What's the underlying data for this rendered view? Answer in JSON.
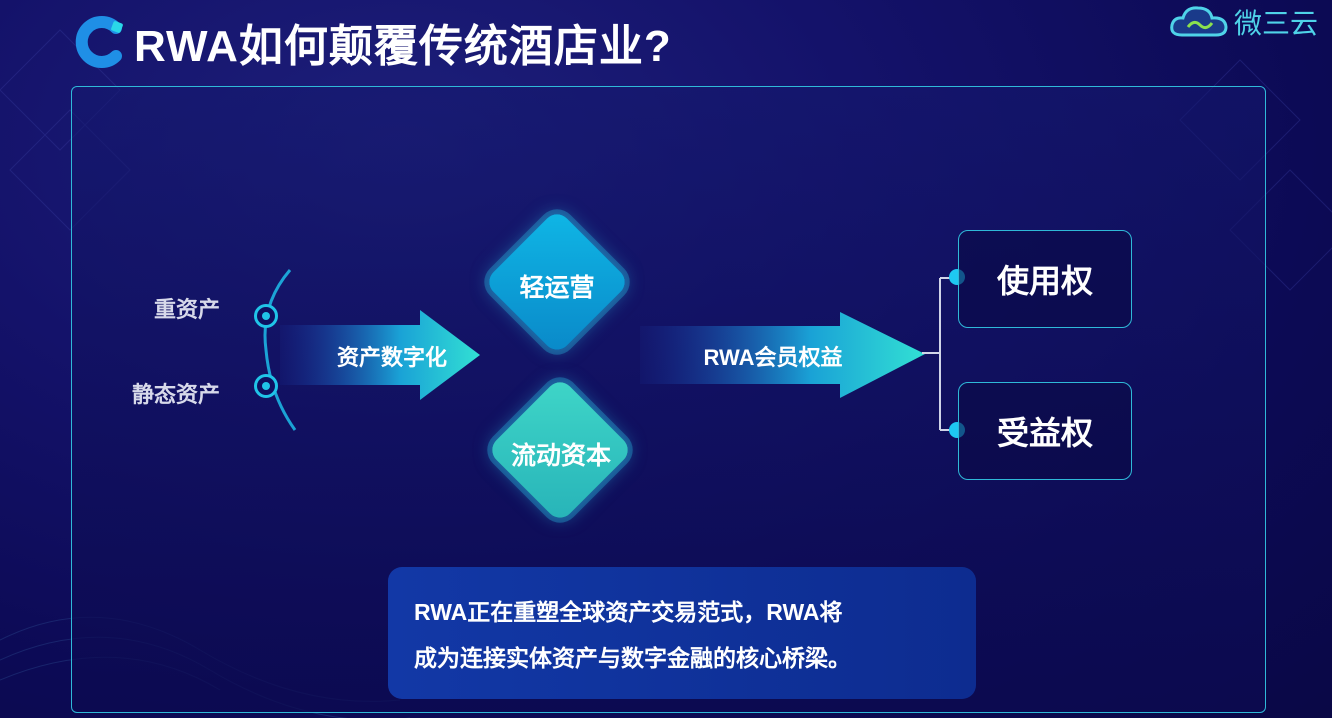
{
  "header": {
    "title": "RWA如何颠覆传统酒店业?"
  },
  "brand": {
    "name": "微三云",
    "icon": "cloud-logo-icon"
  },
  "left": {
    "items": [
      "重资产",
      "静态资产"
    ]
  },
  "arrow1": {
    "label": "资产数字化"
  },
  "diamonds": {
    "top": "轻运营",
    "bottom": "流动资本"
  },
  "arrow2": {
    "label": "RWA会员权益"
  },
  "right": {
    "top": "使用权",
    "bottom": "受益权"
  },
  "summary": {
    "line1": "RWA正在重塑全球资产交易范式，RWA将",
    "line2": "成为连接实体资产与数字金融的核心桥梁。"
  },
  "colors": {
    "accent": "#20c4e8",
    "diamond_top": "#0aa5d8",
    "diamond_bottom": "#37c9c1",
    "summary_bg": "#1238a6"
  }
}
